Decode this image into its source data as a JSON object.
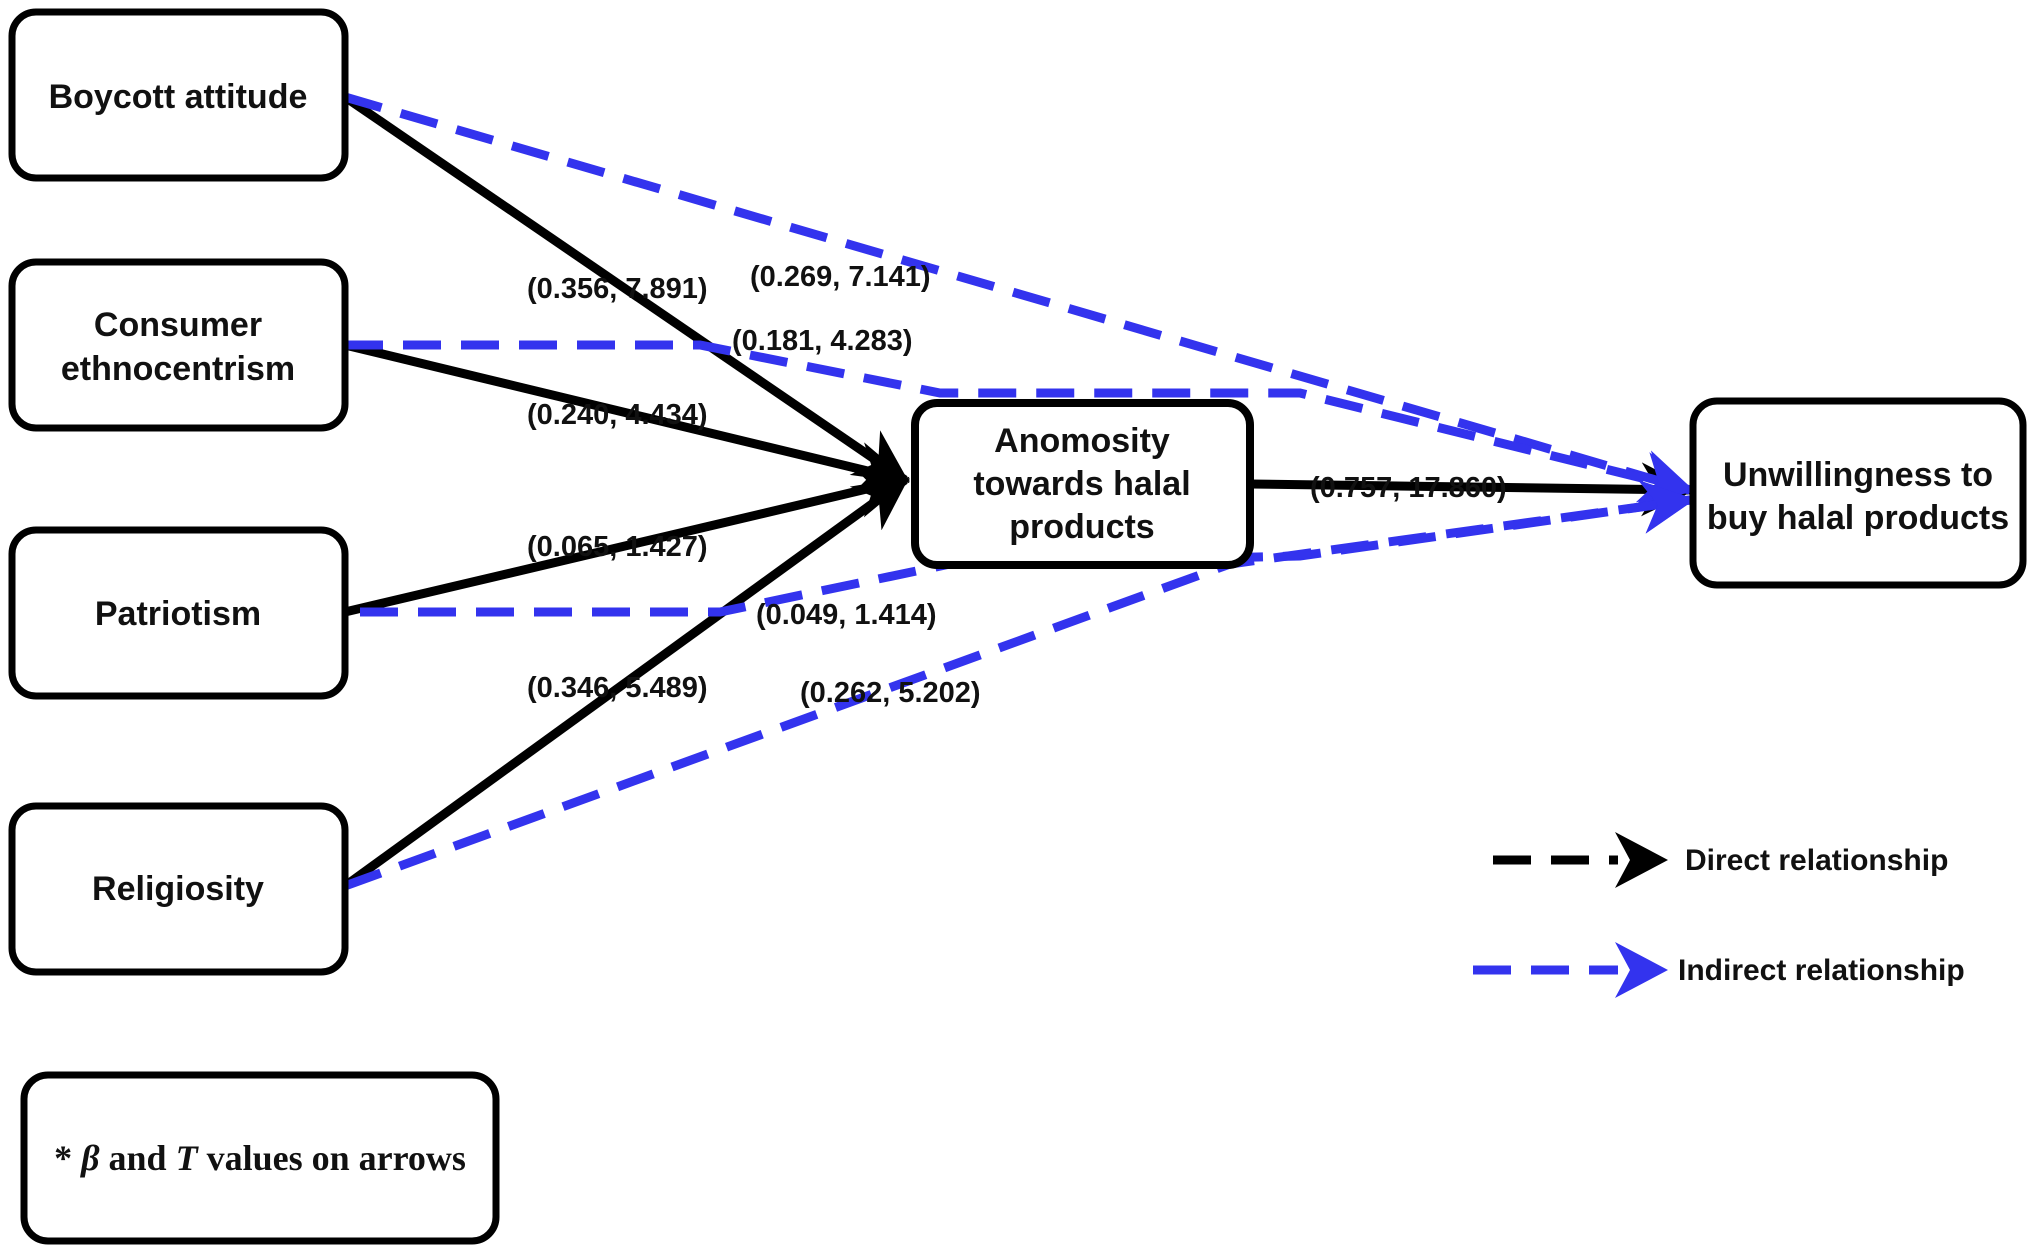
{
  "nodes": {
    "boycott": "Boycott attitude",
    "ethno_line1": "Consumer",
    "ethno_line2": "ethnocentrism",
    "patriotism": "Patriotism",
    "religiosity": "Religiosity",
    "anomosity_line1": "Anomosity",
    "anomosity_line2": "towards halal",
    "anomosity_line3": "products",
    "unwilling_line1": "Unwillingness to",
    "unwilling_line2": "buy halal products"
  },
  "edges": {
    "direct": [
      {
        "from": "Boycott attitude",
        "to": "Anomosity towards halal products",
        "label": "(0.356, 7.891)"
      },
      {
        "from": "Consumer ethnocentrism",
        "to": "Anomosity towards halal products",
        "label": "(0.240, 4.434)"
      },
      {
        "from": "Patriotism",
        "to": "Anomosity towards halal products",
        "label": "(0.065, 1.427)"
      },
      {
        "from": "Religiosity",
        "to": "Anomosity towards halal products",
        "label": "(0.346, 5.489)"
      },
      {
        "from": "Anomosity towards halal products",
        "to": "Unwillingness to buy halal products",
        "label": "(0.757, 17.860)"
      }
    ],
    "indirect": [
      {
        "from": "Boycott attitude",
        "to": "Unwillingness to buy halal products",
        "label": "(0.269, 7.141)"
      },
      {
        "from": "Consumer ethnocentrism",
        "to": "Unwillingness to buy halal products",
        "label": "(0.181, 4.283)"
      },
      {
        "from": "Patriotism",
        "to": "Unwillingness to buy halal products",
        "label": "(0.049, 1.414)"
      },
      {
        "from": "Religiosity",
        "to": "Unwillingness to buy halal products",
        "label": "(0.262, 5.202)"
      }
    ]
  },
  "legend": {
    "direct": "Direct relationship",
    "indirect": "Indirect relationship"
  },
  "note": {
    "prefix": "* ",
    "beta": "β",
    "and": " and ",
    "t": "T",
    "suffix": " values on arrows"
  },
  "colors": {
    "direct": "#000000",
    "indirect": "#3333ee",
    "box_stroke": "#000000"
  }
}
